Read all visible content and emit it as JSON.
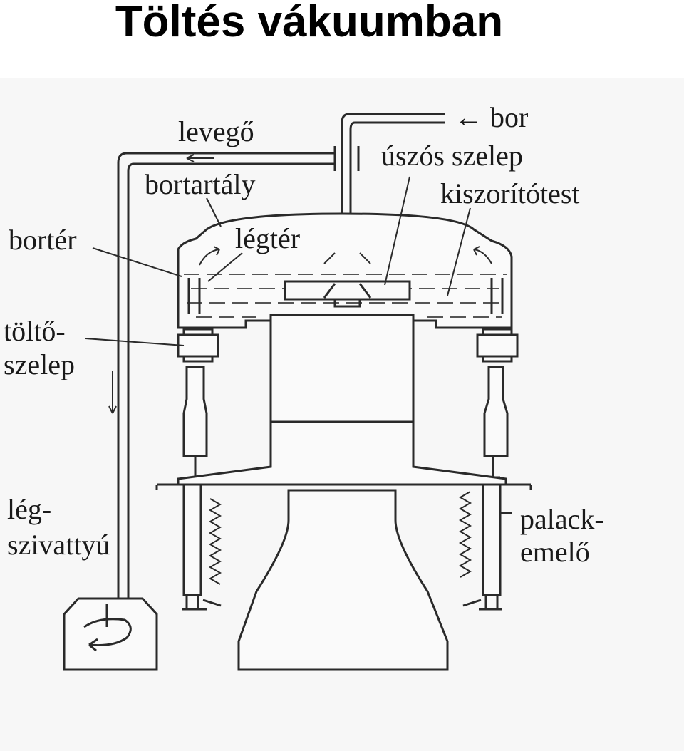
{
  "title": "Töltés vákuumban",
  "labels": {
    "levego": "levegő",
    "bor": "← bor",
    "uszos_szelep": "úszós szelep",
    "bortartaly": "bortartály",
    "kiszoritotest": "kiszorítótest",
    "borter": "bortér",
    "legter": "légtér",
    "tolto_1": "töltő-",
    "tolto_2": "szelep",
    "leg_1": "lég-",
    "leg_2": "szivattyú",
    "palack_1": "palack-",
    "palack_2": "emelő"
  }
}
